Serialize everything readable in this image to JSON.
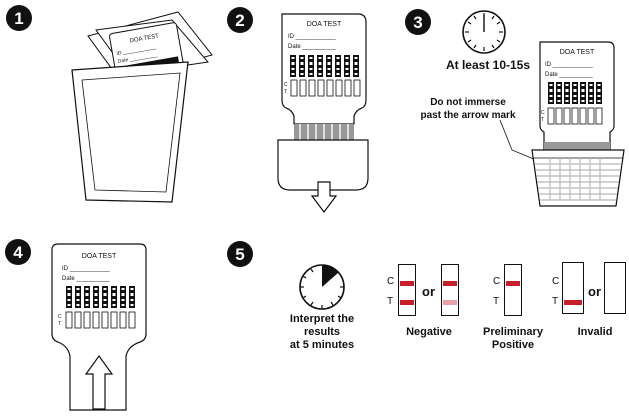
{
  "steps": {
    "s1": {
      "number": "1"
    },
    "s2": {
      "number": "2"
    },
    "s3": {
      "number": "3"
    },
    "s4": {
      "number": "4"
    },
    "s5": {
      "number": "5"
    }
  },
  "card": {
    "title": "DOA TEST",
    "id_label": "ID ____________",
    "date_label": "Date __________",
    "c_label": "C",
    "t_label": "T"
  },
  "step3": {
    "time_text": "At least 10-15s",
    "warning_line1": "Do not immerse",
    "warning_line2": "past the arrow mark"
  },
  "step5": {
    "interpret_line1": "Interpret the",
    "interpret_line2": "results",
    "interpret_line3": "at 5 minutes",
    "or_word": "or",
    "c_letter": "C",
    "t_letter": "T",
    "negative": "Negative",
    "preliminary_line1": "Preliminary",
    "preliminary_line2": "Positive",
    "invalid": "Invalid"
  },
  "colors": {
    "line_red": "#c81e2a",
    "faint_red": "#e8a0a6",
    "ink": "#111111"
  }
}
